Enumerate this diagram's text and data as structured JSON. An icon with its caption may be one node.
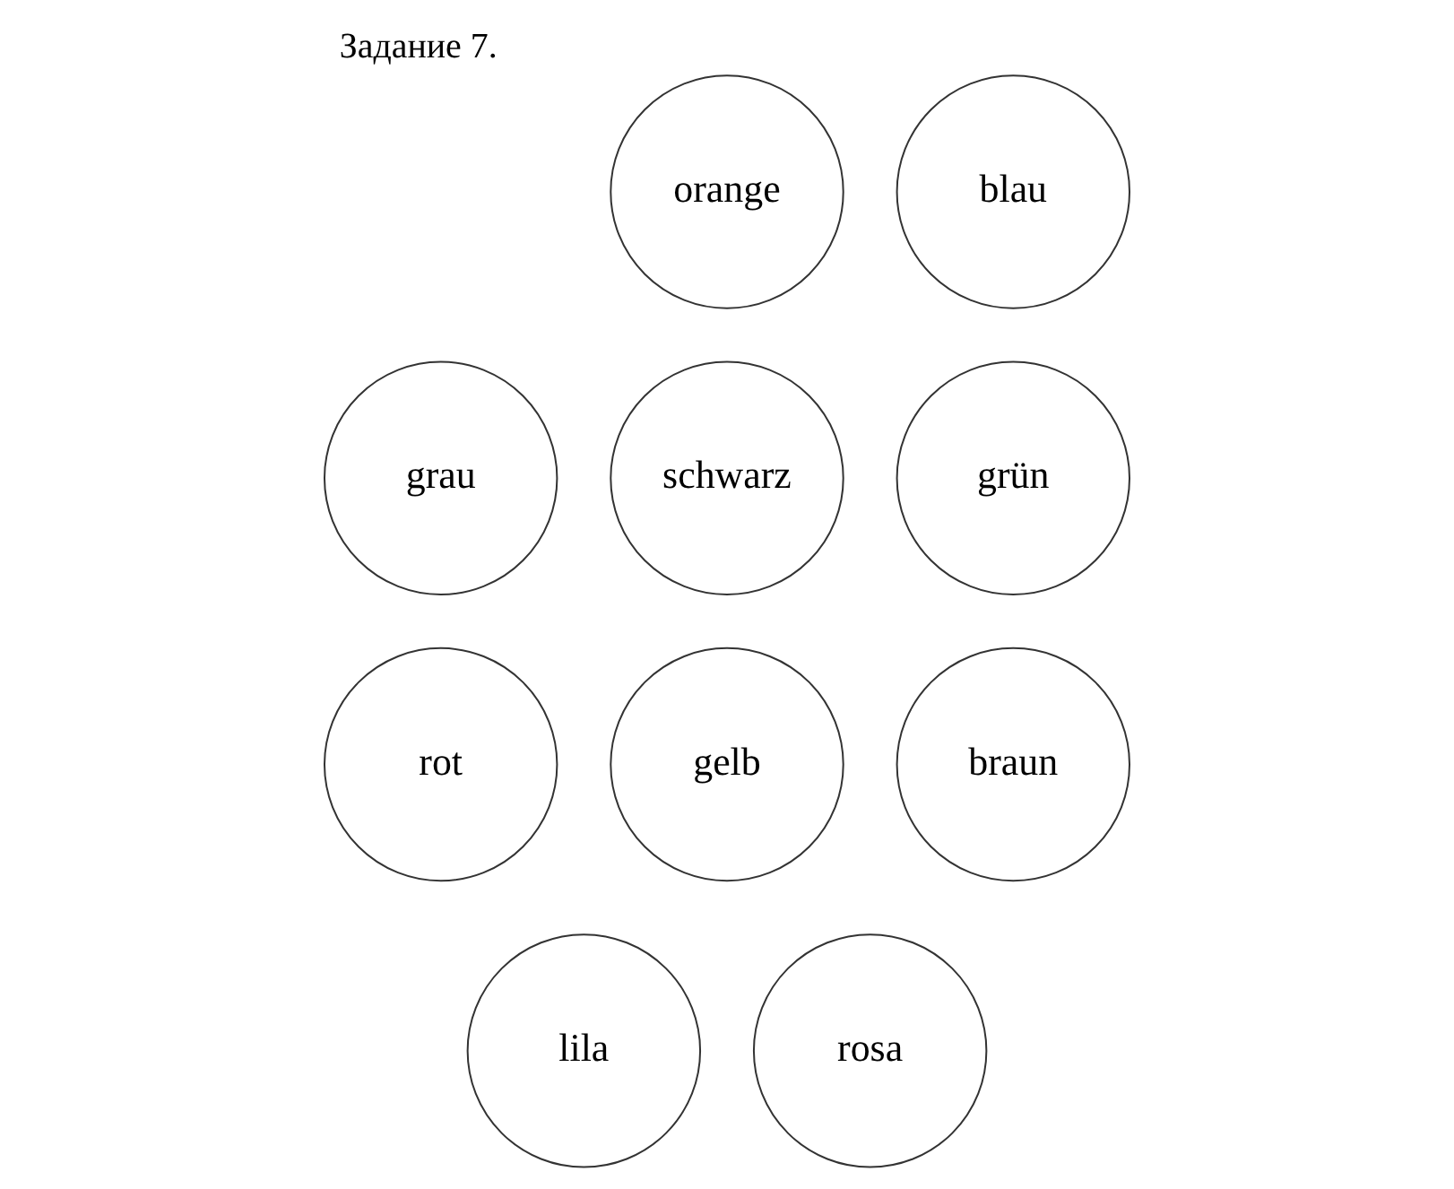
{
  "diagram": {
    "title": "Задание 7.",
    "nodes": [
      {
        "text": [
          "rot"
        ]
      },
      {
        "text": [
          "gelb"
        ]
      },
      {
        "text": [
          "schwarz"
        ]
      },
      {
        "text": [
          "grau"
        ]
      },
      {
        "text": [
          "lila"
        ]
      },
      {
        "text": [
          "rosa"
        ]
      },
      {
        "text": [
          "braun"
        ]
      },
      {
        "text": [
          "grün"
        ]
      },
      {
        "text": [
          "blau"
        ]
      },
      {
        "text": [
          "orange"
        ]
      }
    ],
    "edges": []
  }
}
